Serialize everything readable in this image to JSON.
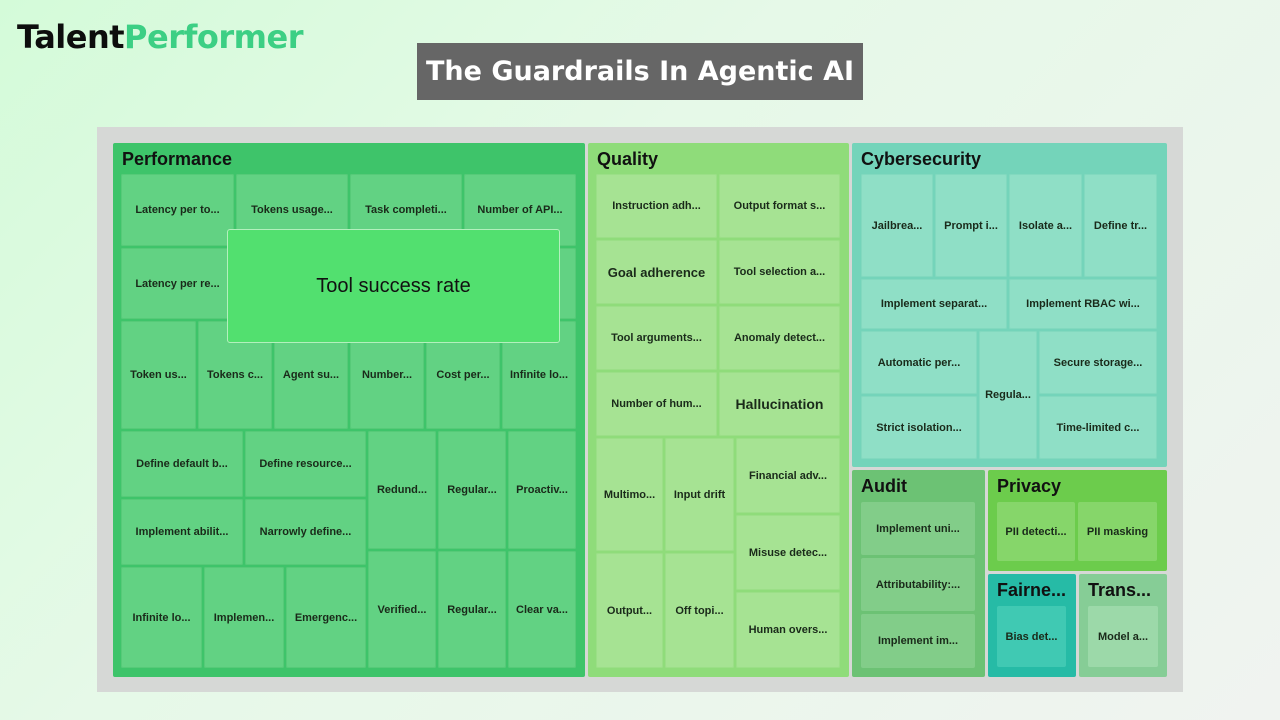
{
  "header": {
    "logo_part1": "Talent",
    "logo_part2": "Performer",
    "title": "The Guardrails In Agentic AI"
  },
  "tooltip": {
    "text": "Tool success rate"
  },
  "chart_data": {
    "type": "treemap",
    "title": "The Guardrails In Agentic AI",
    "groups": [
      {
        "name": "Performance",
        "color": "#3ec46a",
        "items": [
          "Latency per to...",
          "Tokens usage...",
          "Task completi...",
          "Number of API...",
          "Latency per re...",
          "Tool success rate",
          "Token us...",
          "Tokens c...",
          "Agent su...",
          "Number...",
          "Cost per...",
          "Infinite lo...",
          "Define default b...",
          "Define resource...",
          "Implement abilit...",
          "Narrowly define...",
          "Redund...",
          "Regular...",
          "Proactiv...",
          "Infinite lo...",
          "Implemen...",
          "Emergenc...",
          "Verified...",
          "Regular...",
          "Clear va..."
        ]
      },
      {
        "name": "Quality",
        "color": "#8fdc7a",
        "items": [
          "Instruction adh...",
          "Output format s...",
          "Goal adherence",
          "Tool selection a...",
          "Tool arguments...",
          "Anomaly detect...",
          "Number of hum...",
          "Hallucination",
          "Multimo...",
          "Input drift",
          "Financial adv...",
          "Misuse detec...",
          "Output...",
          "Off topi...",
          "Human overs..."
        ]
      },
      {
        "name": "Cybersecurity",
        "color": "#74d4ba",
        "items": [
          "Jailbrea...",
          "Prompt i...",
          "Isolate a...",
          "Define tr...",
          "Implement separat...",
          "Implement RBAC wi...",
          "Automatic per...",
          "Regula...",
          "Secure storage...",
          "Strict isolation...",
          "Time-limited c..."
        ]
      },
      {
        "name": "Audit",
        "color": "#6cc274",
        "items": [
          "Implement uni...",
          "Attributability:...",
          "Implement im..."
        ]
      },
      {
        "name": "Privacy",
        "color": "#6ccc4c",
        "items": [
          "PII detecti...",
          "PII masking"
        ]
      },
      {
        "name": "Fairne...",
        "color": "#26bba6",
        "items": [
          "Bias det..."
        ]
      },
      {
        "name": "Trans...",
        "color": "#86cd96",
        "items": [
          "Model a..."
        ]
      }
    ]
  }
}
